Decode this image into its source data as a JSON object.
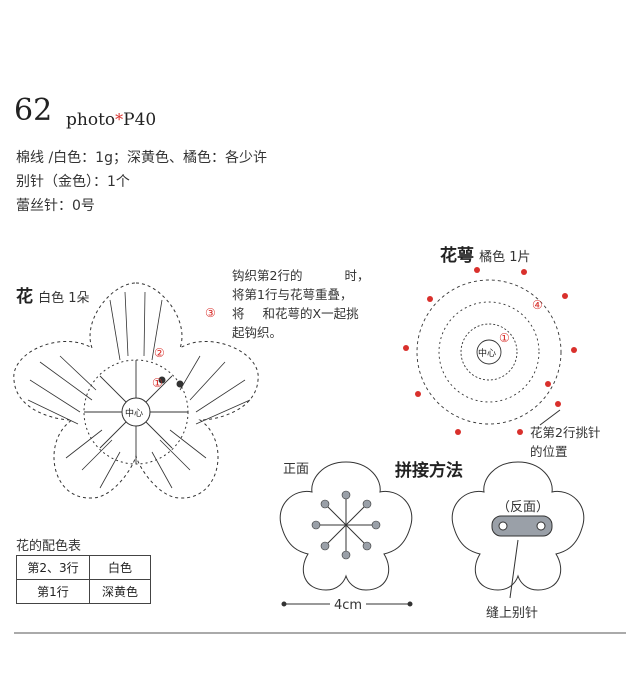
{
  "header": {
    "number": "62",
    "photo": "photo",
    "star": "*",
    "page": "P40"
  },
  "materials": [
    "棉线 /白色：1g；深黄色、橘色：各少许",
    "别针（金色）：1个",
    "蕾丝针：0号"
  ],
  "flower": {
    "title": "花",
    "subtitle": "白色 1朵",
    "center": "中心",
    "markers": [
      "①",
      "②",
      "③"
    ]
  },
  "instruction": {
    "lines": [
      "钩织第2行的",
      "时，",
      "将第1行与花萼重叠，",
      "将",
      "和花萼的X一起挑",
      "起钩织。"
    ]
  },
  "calyx": {
    "title": "花萼",
    "subtitle": "橘色 1片",
    "center": "中心",
    "markers": [
      "①",
      "④"
    ],
    "pick_note": [
      "花第2行挑针",
      "的位置"
    ]
  },
  "color_table": {
    "title": "花的配色表",
    "rows": [
      [
        "第2、3行",
        "白色"
      ],
      [
        "第1行",
        "深黄色"
      ]
    ]
  },
  "assembly": {
    "title": "拼接方法",
    "front": "正面",
    "back": "（反面）",
    "size": "4cm",
    "sew_pin": "缝上别针"
  },
  "colors": {
    "red_dot": "#d9302c",
    "line": "#333333",
    "fabric": "#9aa0a8"
  }
}
